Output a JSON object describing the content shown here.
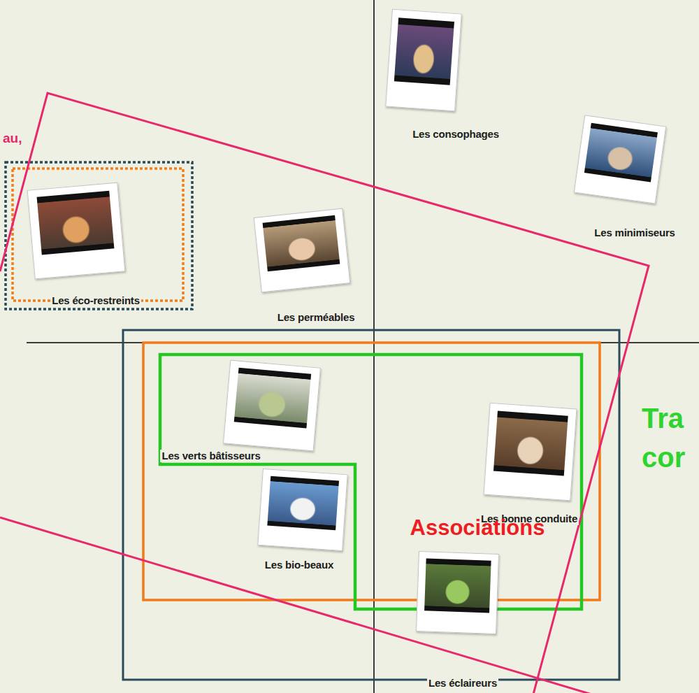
{
  "diagram": {
    "nodes": [
      {
        "text": [
          "Les consophages"
        ]
      },
      {
        "text": [
          "Les minimiseurs"
        ]
      },
      {
        "text": [
          "Les éco-restreints"
        ]
      },
      {
        "text": [
          "Les perméables"
        ]
      },
      {
        "text": [
          "Les verts bâtisseurs"
        ]
      },
      {
        "text": [
          "Les bonne conduite"
        ]
      },
      {
        "text": [
          "Les bio-beaux"
        ]
      },
      {
        "text": [
          "Les éclaireurs"
        ]
      }
    ],
    "labels": [
      "au,",
      "Tra",
      "cor",
      "Associations"
    ]
  }
}
